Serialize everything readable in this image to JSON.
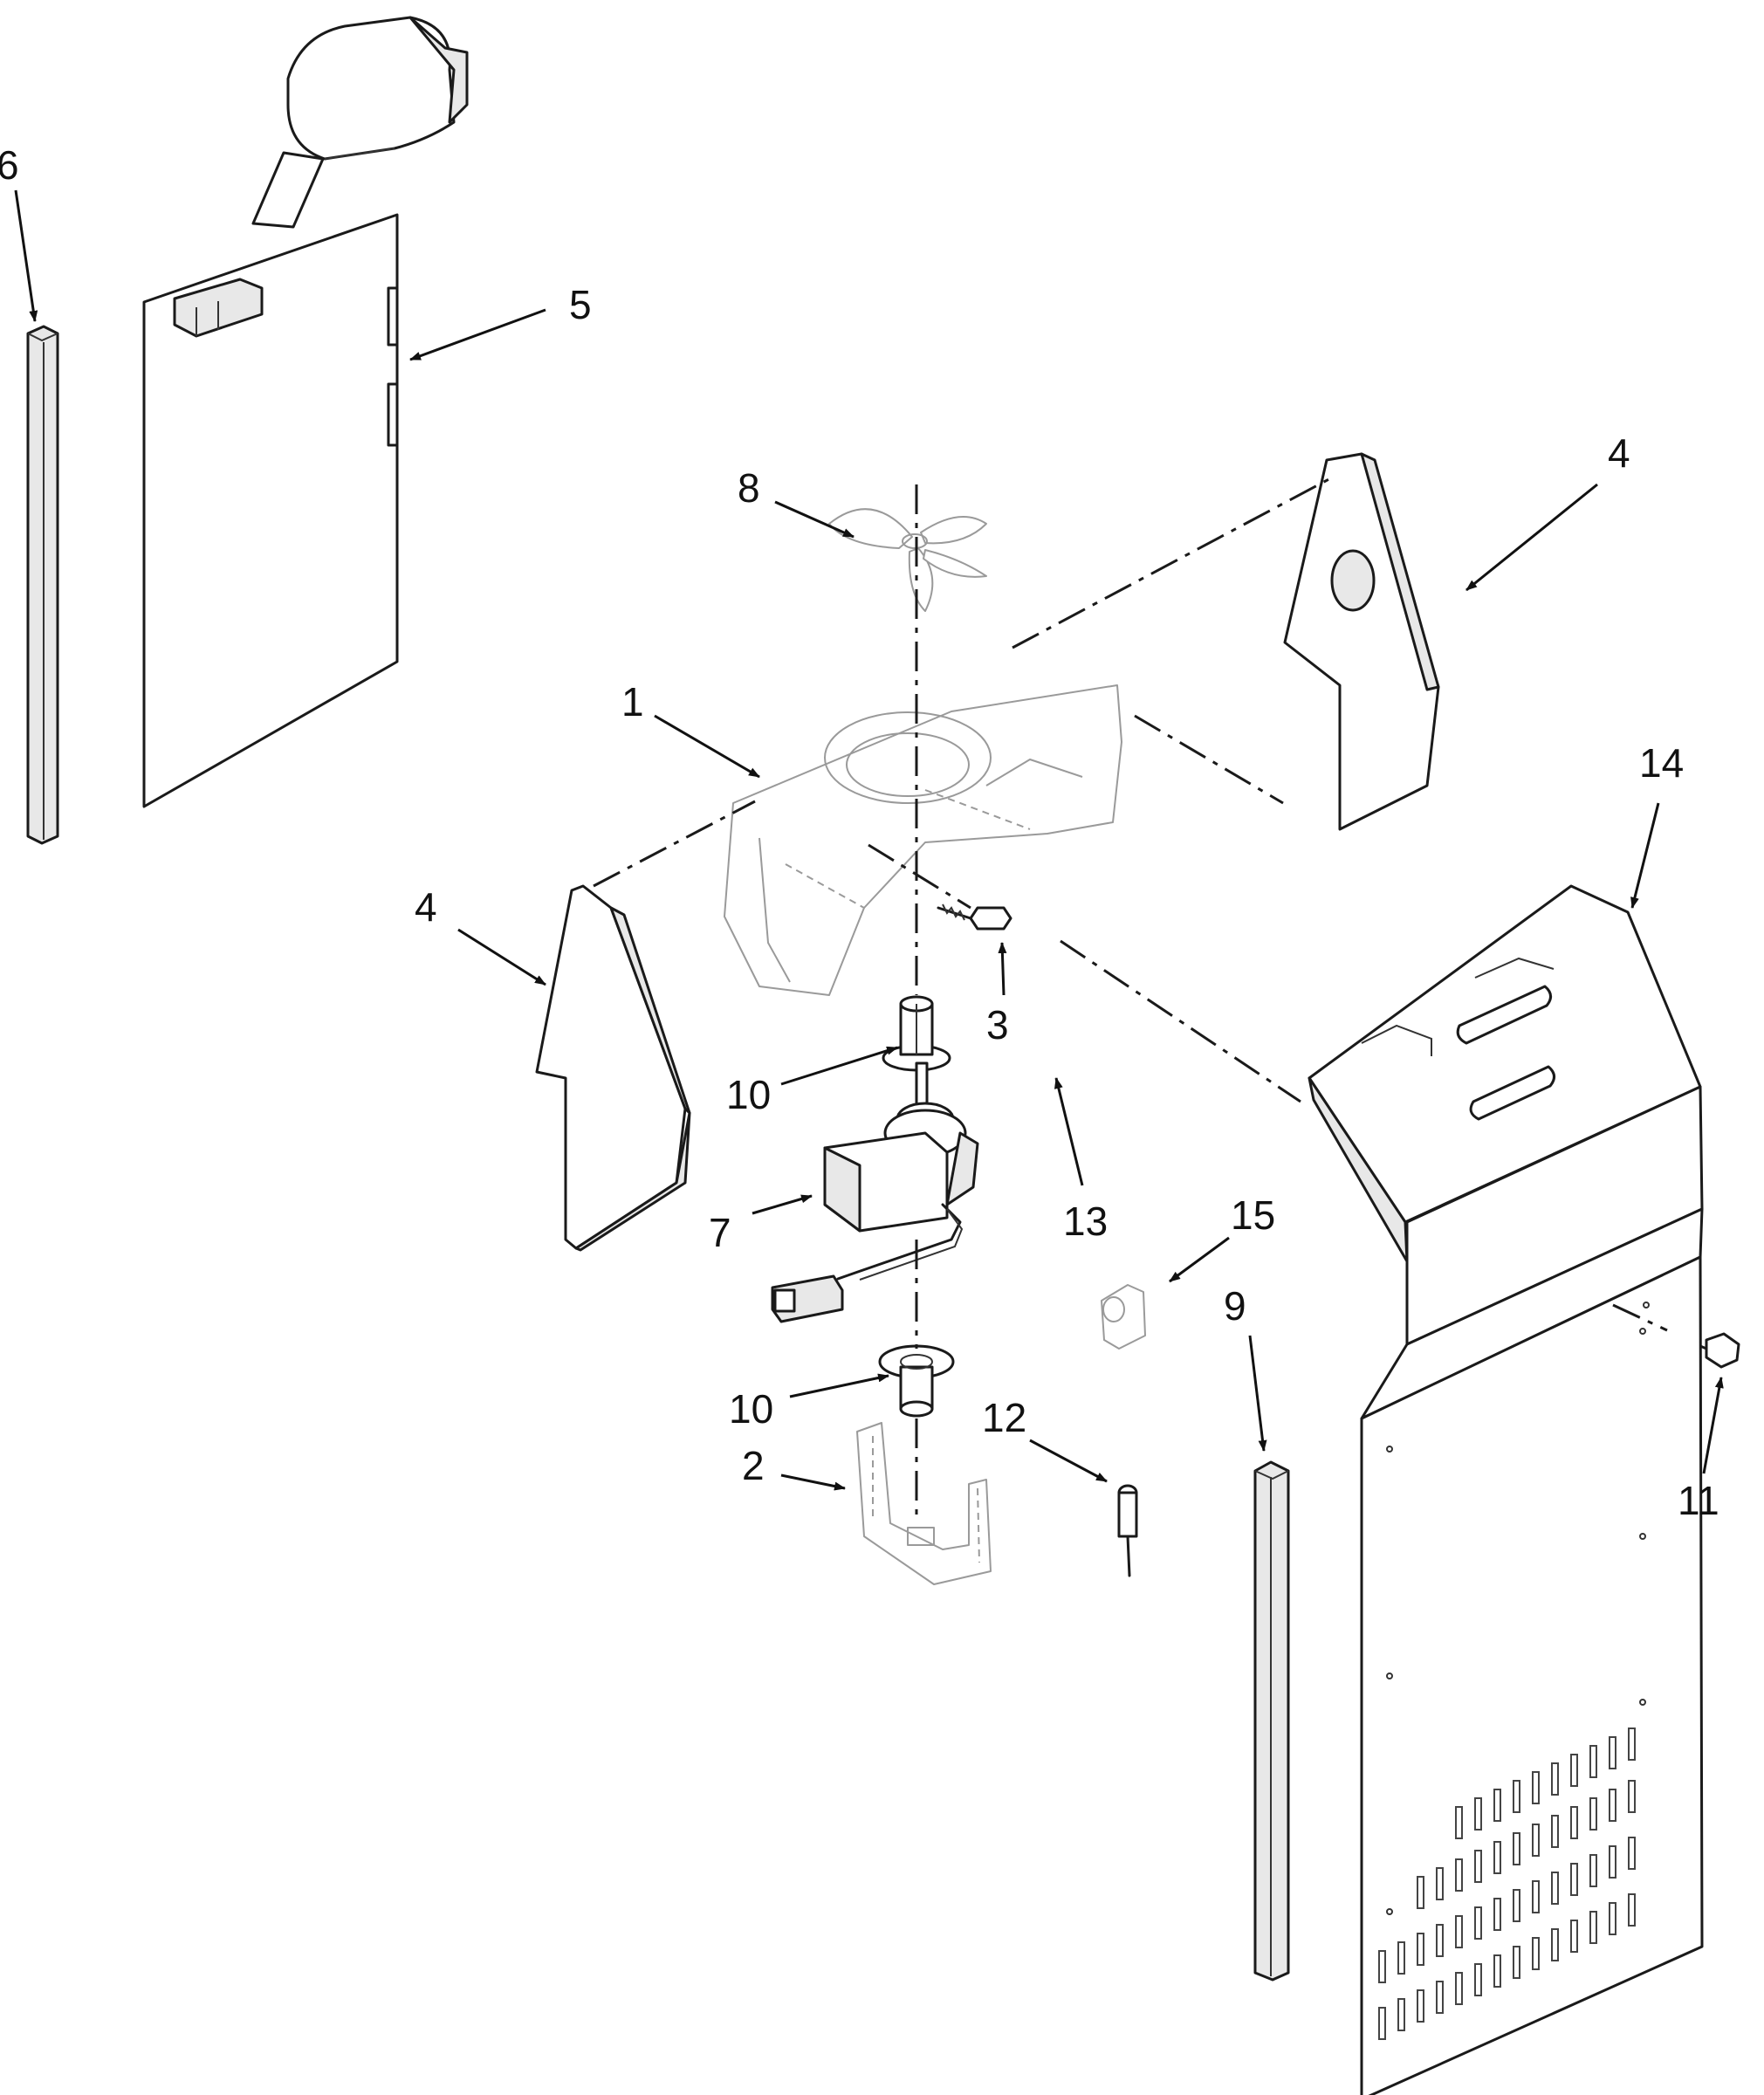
{
  "diagram": {
    "callouts": [
      {
        "id": "c6",
        "label": "6"
      },
      {
        "id": "c5",
        "label": "5"
      },
      {
        "id": "c8",
        "label": "8"
      },
      {
        "id": "c4a",
        "label": "4"
      },
      {
        "id": "c1",
        "label": "1"
      },
      {
        "id": "c14",
        "label": "14"
      },
      {
        "id": "c4b",
        "label": "4"
      },
      {
        "id": "c3",
        "label": "3"
      },
      {
        "id": "c10a",
        "label": "10"
      },
      {
        "id": "c13",
        "label": "13"
      },
      {
        "id": "c15",
        "label": "15"
      },
      {
        "id": "c7",
        "label": "7"
      },
      {
        "id": "c9",
        "label": "9"
      },
      {
        "id": "c10b",
        "label": "10"
      },
      {
        "id": "c12",
        "label": "12"
      },
      {
        "id": "c2",
        "label": "2"
      },
      {
        "id": "c11",
        "label": "11"
      }
    ]
  },
  "colors": {
    "line": "#1a1a1a",
    "faint_line": "#9a9a9a",
    "background": "#ffffff"
  }
}
